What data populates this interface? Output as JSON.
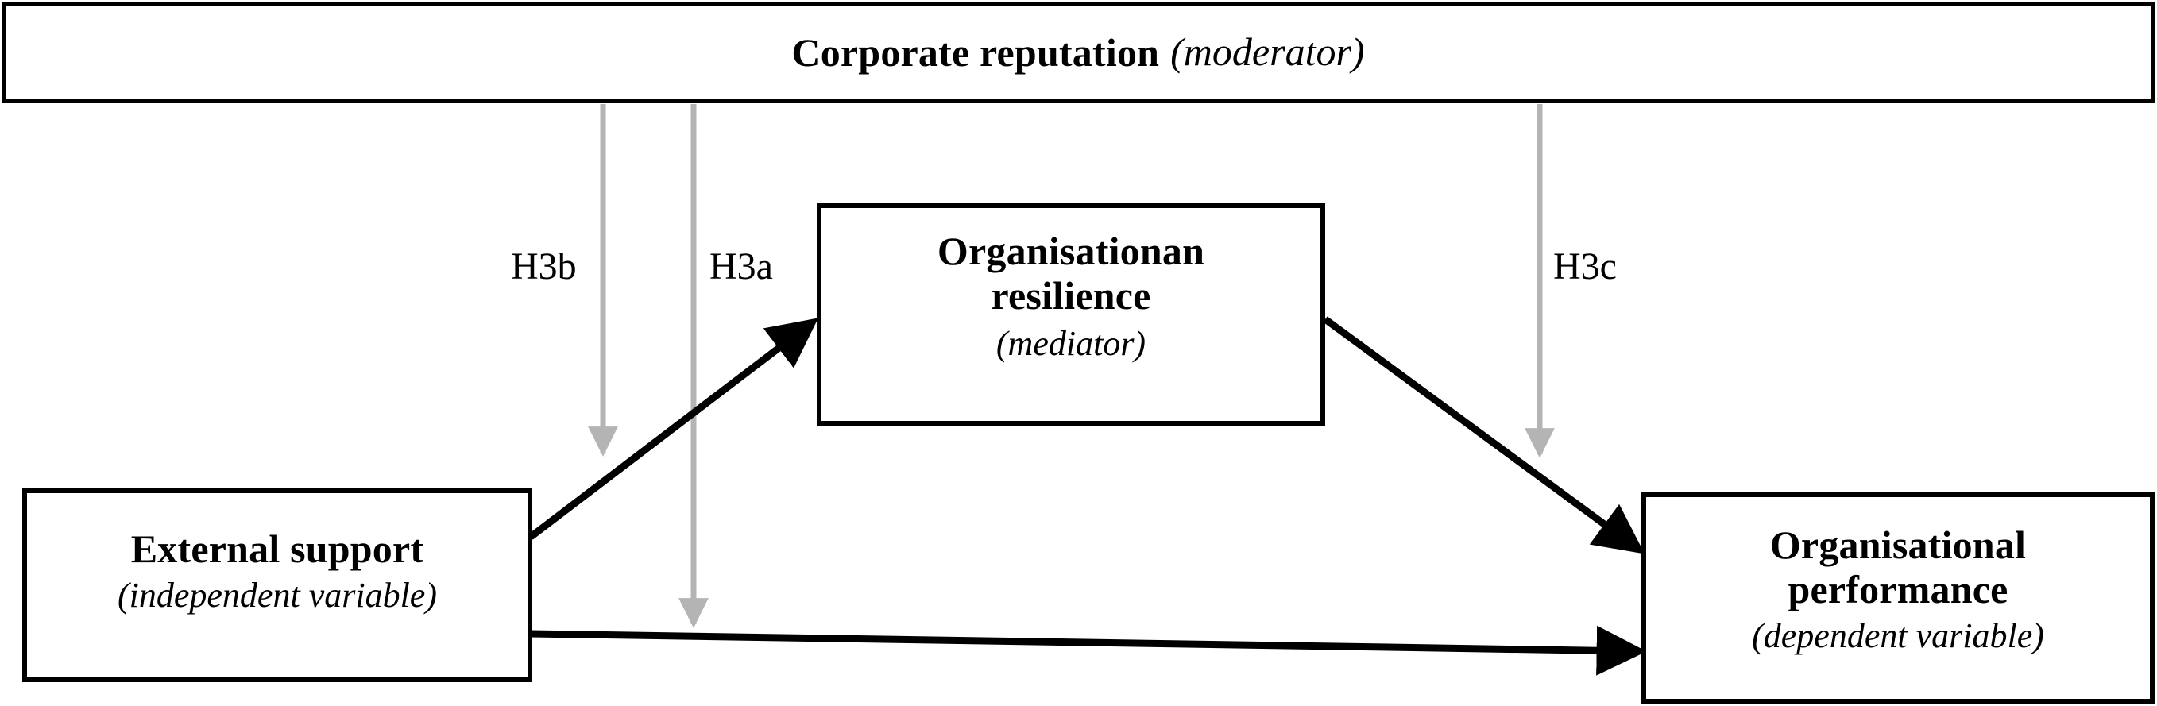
{
  "diagram": {
    "type": "conceptual-model",
    "background_color": "#ffffff",
    "line_color": "#000000",
    "moderator_line_color": "#bbbbbb"
  },
  "moderator": {
    "title": "Corporate reputation",
    "role": "(moderator)"
  },
  "mediator": {
    "title_line1": "Organisationan",
    "title_line2": "resilience",
    "role": "(mediator)"
  },
  "independent": {
    "title": "External support",
    "role": "(independent variable)"
  },
  "dependent": {
    "title_line1": "Organisational",
    "title_line2": "performance",
    "role": "(dependent variable)"
  },
  "hypotheses": [
    {
      "id": "h3b",
      "label": "H3b",
      "description": "moderation of external support to organisational resilience path"
    },
    {
      "id": "h3a",
      "label": "H3a",
      "description": "moderation of direct external support to organisational performance path"
    },
    {
      "id": "h3c",
      "label": "H3c",
      "description": "moderation of organisational resilience to organisational performance path"
    }
  ],
  "paths": [
    {
      "id": "iv-to-mediator",
      "from": "External support",
      "to": "Organisationan resilience",
      "style": "solid-black-arrow"
    },
    {
      "id": "mediator-to-dv",
      "from": "Organisationan resilience",
      "to": "Organisational performance",
      "style": "solid-black-arrow"
    },
    {
      "id": "iv-to-dv",
      "from": "External support",
      "to": "Organisational performance",
      "style": "solid-black-arrow"
    },
    {
      "id": "moderator-h3b",
      "from": "Corporate reputation",
      "to": "iv-to-mediator",
      "style": "grey-arrow"
    },
    {
      "id": "moderator-h3a",
      "from": "Corporate reputation",
      "to": "iv-to-dv",
      "style": "grey-arrow"
    },
    {
      "id": "moderator-h3c",
      "from": "Corporate reputation",
      "to": "mediator-to-dv",
      "style": "grey-arrow"
    }
  ]
}
